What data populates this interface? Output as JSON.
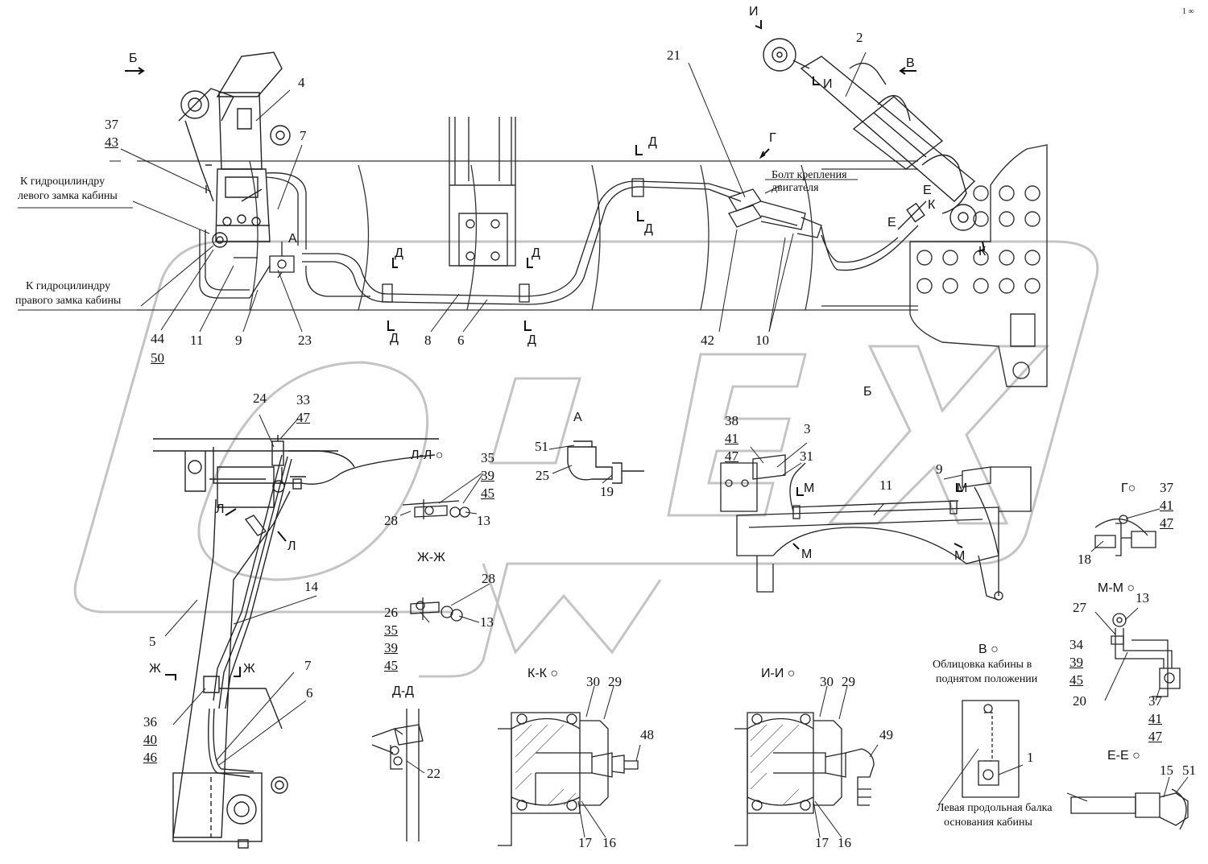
{
  "watermark": {
    "text": "OREX",
    "color": "#bdbdbd"
  },
  "corner_mark": "1 ∞",
  "notes": {
    "left_lock": [
      "К гидроцилиндру",
      "левого замка кабины"
    ],
    "right_lock": [
      "К гидроцилиндру",
      "правого замка кабины"
    ],
    "engine_bolt": [
      "Болт крепления",
      "двигателя"
    ],
    "cab_lining": [
      "Облицовка кабины в",
      "поднятом положении"
    ],
    "side_beam": [
      "Левая продольная балка",
      "основания кабины"
    ]
  },
  "views": {
    "B_main": "Б",
    "V_main": "В",
    "I_main": "И",
    "G_arrow": "Г",
    "A_top": "А",
    "view_A": "А",
    "view_B": "Б",
    "LL": "Л-Л",
    "ZhZh": "Ж-Ж",
    "KK": "К-К",
    "II": "И-И",
    "DD": "Д-Д",
    "G_sect": "Г",
    "MM": "М-М",
    "V_sect": "В",
    "EE": "Е-Е",
    "d1": "Д",
    "d2": "Д",
    "d3": "Д",
    "d4": "Д",
    "d5": "Д",
    "d6": "Д",
    "l1": "Л",
    "l2": "Л",
    "zh1": "Ж",
    "zh2": "Ж",
    "m1": "М",
    "m2": "М",
    "m3": "М",
    "m4": "М",
    "k1": "К",
    "k2": "К",
    "e1": "Е",
    "e2": "Е",
    "i2": "И"
  },
  "callouts": {
    "c37a": "37",
    "c43": "43",
    "c4": "4",
    "c7a": "7",
    "c44": "44",
    "c50": "50",
    "c11a": "11",
    "c9a": "9",
    "c23": "23",
    "c8": "8",
    "c6a": "6",
    "c21": "21",
    "c2": "2",
    "c42": "42",
    "c10": "10",
    "c24": "24",
    "c33": "33",
    "c47a": "47",
    "c14": "14",
    "c5": "5",
    "c36": "36",
    "c40": "40",
    "c46": "46",
    "c7b": "7",
    "c6b": "6",
    "c35a": "35",
    "c39a": "39",
    "c45a": "45",
    "c28a": "28",
    "c13a": "13",
    "c28b": "28",
    "c26": "26",
    "c35b": "35",
    "c39b": "39",
    "c45b": "45",
    "c13b": "13",
    "c51a": "51",
    "c25": "25",
    "c19": "19",
    "c22": "22",
    "c30a": "30",
    "c29a": "29",
    "c48": "48",
    "c17a": "17",
    "c16a": "16",
    "c30b": "30",
    "c29b": "29",
    "c49": "49",
    "c17b": "17",
    "c16b": "16",
    "c38": "38",
    "c41a": "41",
    "c47b": "47",
    "c3": "3",
    "c31": "31",
    "c11b": "11",
    "c9b": "9",
    "c37b": "37",
    "c41b": "41",
    "c47c": "47",
    "c18": "18",
    "c27": "27",
    "c13c": "13",
    "c34": "34",
    "c39c": "39",
    "c45c": "45",
    "c20": "20",
    "c37c": "37",
    "c41c": "41",
    "c47d": "47",
    "c1": "1",
    "c15": "15",
    "c51b": "51"
  }
}
